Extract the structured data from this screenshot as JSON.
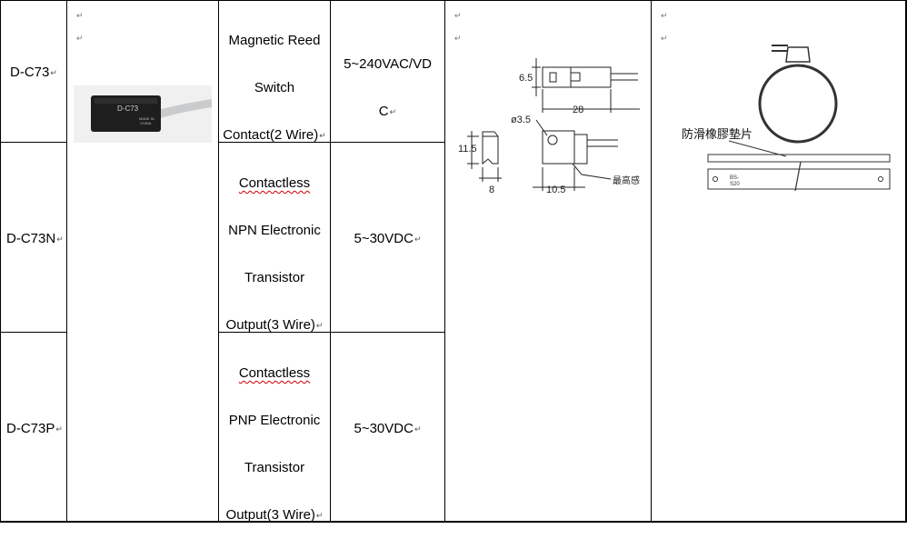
{
  "table": {
    "rows": [
      {
        "model": "D-C73",
        "contact_lines": [
          "Magnetic Reed",
          "Switch",
          "Contact(2 Wire)"
        ],
        "voltage_lines": [
          "5~240VAC/VD",
          "C"
        ]
      },
      {
        "model": "D-C73N",
        "contact_lines": [
          "Contactless",
          "NPN Electronic",
          "Transistor",
          "Output(3 Wire)"
        ],
        "voltage_lines": [
          "5~30VDC"
        ]
      },
      {
        "model": "D-C73P",
        "contact_lines": [
          "Contactless",
          "PNP Electronic",
          "Transistor",
          "Output(3 Wire)"
        ],
        "voltage_lines": [
          "5~30VDC"
        ]
      }
    ],
    "paragraph_mark": "↵"
  },
  "photo": {
    "sensor_label": "D-C73",
    "small_print": [
      "MADE IN",
      "CHINA"
    ]
  },
  "dimension_drawing": {
    "dims": {
      "height_top": "6.5",
      "length": "28",
      "hole_dia": "ø3.5",
      "height_side": "11.5",
      "width": "8",
      "offset": "10.5"
    },
    "callout": "最高感"
  },
  "band_drawing": {
    "callout": "防滑橡膠墊片",
    "strap_label": [
      "BS-",
      "S20"
    ]
  }
}
